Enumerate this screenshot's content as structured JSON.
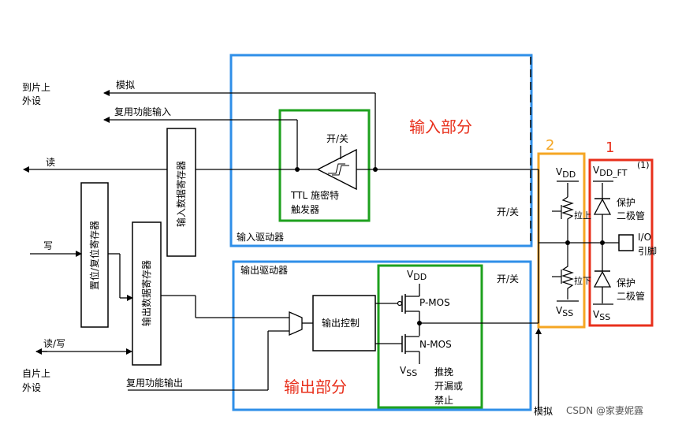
{
  "labels": {
    "to_onchip_1": "到片上",
    "to_onchip_2": "外设",
    "analog_top": "模拟",
    "af_input": "复用功能输入",
    "read": "读",
    "write": "写",
    "read_write": "读/写",
    "from_onchip_1": "自片上",
    "from_onchip_2": "外设",
    "af_output": "复用功能输出",
    "input_data_reg": "输入数据寄存器",
    "set_reset_reg": "置位/复位寄存器",
    "output_data_reg": "输出数据寄存器",
    "input_section": "输入部分",
    "input_driver": "输入驱动器",
    "on_off_1": "开/关",
    "ttl_1": "TTL 施密特",
    "ttl_2": "触发器",
    "on_off_2": "开/关",
    "output_driver": "输出驱动器",
    "on_off_3": "开/关",
    "output_control": "输出控制",
    "vdd_mos": "V",
    "vdd_mos_sub": "DD",
    "pmos": "P-MOS",
    "nmos": "N-MOS",
    "vss_mos": "V",
    "vss_mos_sub": "SS",
    "mode_1": "推挽",
    "mode_2": "开漏或",
    "mode_3": "禁止",
    "output_section": "输出部分",
    "analog_bottom": "模拟",
    "num_2": "2",
    "num_1": "1",
    "vdd_pull": "V",
    "vdd_pull_sub": "DD",
    "pull_up": "拉上",
    "pull_down": "拉下",
    "vss_pull": "V",
    "vss_pull_sub": "SS",
    "vdd_ft": "V",
    "vdd_ft_sub": "DD_FT",
    "vdd_ft_note": "(1)",
    "protect_1a": "保护",
    "protect_1b": "二极管",
    "protect_2a": "保护",
    "protect_2b": "二极管",
    "vss_diode": "V",
    "vss_diode_sub": "SS",
    "io_1": "I/O",
    "io_2": "引脚",
    "watermark": "CSDN @家妻妮露"
  },
  "colors": {
    "blue_box": "#2f8fe8",
    "green_box": "#1ea11e",
    "orange_box": "#f5a623",
    "red_box": "#e8301c",
    "section_text": "#e8301c"
  }
}
